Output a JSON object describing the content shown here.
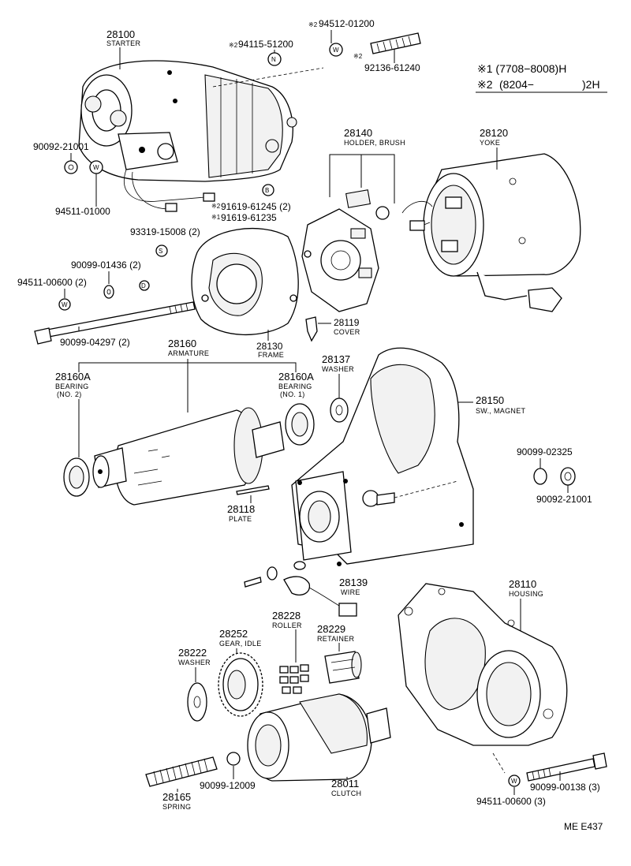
{
  "legend": {
    "row1": "※1 (7708−8008)H",
    "row2_mark": "※2",
    "row2_from": "(8204−",
    "row2_to": ")2H"
  },
  "callouts": {
    "starter_no": "28100",
    "starter_name": "STARTER",
    "n94512": "94512-01200",
    "n94512_mark": "※2",
    "n94115": "94115-51200",
    "n94115_mark": "※2",
    "n92136": "92136-61240",
    "n92136_mark": "※2",
    "n90092a": "90092-21001",
    "n94511a": "94511-01000",
    "n91619a": "91619-61245 (2)",
    "n91619a_mark": "※2",
    "n91619b": "91619-61235",
    "n91619b_mark": "※1",
    "n93319": "93319-15008 (2)",
    "n90099a": "90099-01436 (2)",
    "n94511b": "94511-00600 (2)",
    "n90099b": "90099-04297 (2)",
    "holder_no": "28140",
    "holder_name": "HOLDER, BRUSH",
    "yoke_no": "28120",
    "yoke_name": "YOKE",
    "cover_no": "28119",
    "cover_name": "COVER",
    "frame_no": "28130",
    "frame_name": "FRAME",
    "armature_no": "28160",
    "armature_name": "ARMATURE",
    "bearing2_no": "28160A",
    "bearing2_name": "BEARING",
    "bearing2_sub": "(NO. 2)",
    "bearing1_no": "28160A",
    "bearing1_name": "BEARING",
    "bearing1_sub": "(NO. 1)",
    "washer1_no": "28137",
    "washer1_name": "WASHER",
    "magnet_no": "28150",
    "magnet_name": "SW., MAGNET",
    "n90099c": "90099-02325",
    "n90092b": "90092-21001",
    "plate_no": "28118",
    "plate_name": "PLATE",
    "wire_no": "28139",
    "wire_name": "WIRE",
    "roller_no": "28228",
    "roller_name": "ROLLER",
    "retainer_no": "28229",
    "retainer_name": "RETAINER",
    "idle_no": "28252",
    "idle_name": "GEAR, IDLE",
    "washer2_no": "28222",
    "washer2_name": "WASHER",
    "housing_no": "28110",
    "housing_name": "HOUSING",
    "spring_no": "28165",
    "spring_name": "SPRING",
    "n90099d": "90099-12009",
    "clutch_no": "28011",
    "clutch_name": "CLUTCH",
    "n90099e": "90099-00138 (3)",
    "n94511c": "94511-00600 (3)",
    "code": "ME E437"
  },
  "markers": {
    "n": "N",
    "w": "W",
    "b": "B",
    "s": "S",
    "d": "D"
  }
}
